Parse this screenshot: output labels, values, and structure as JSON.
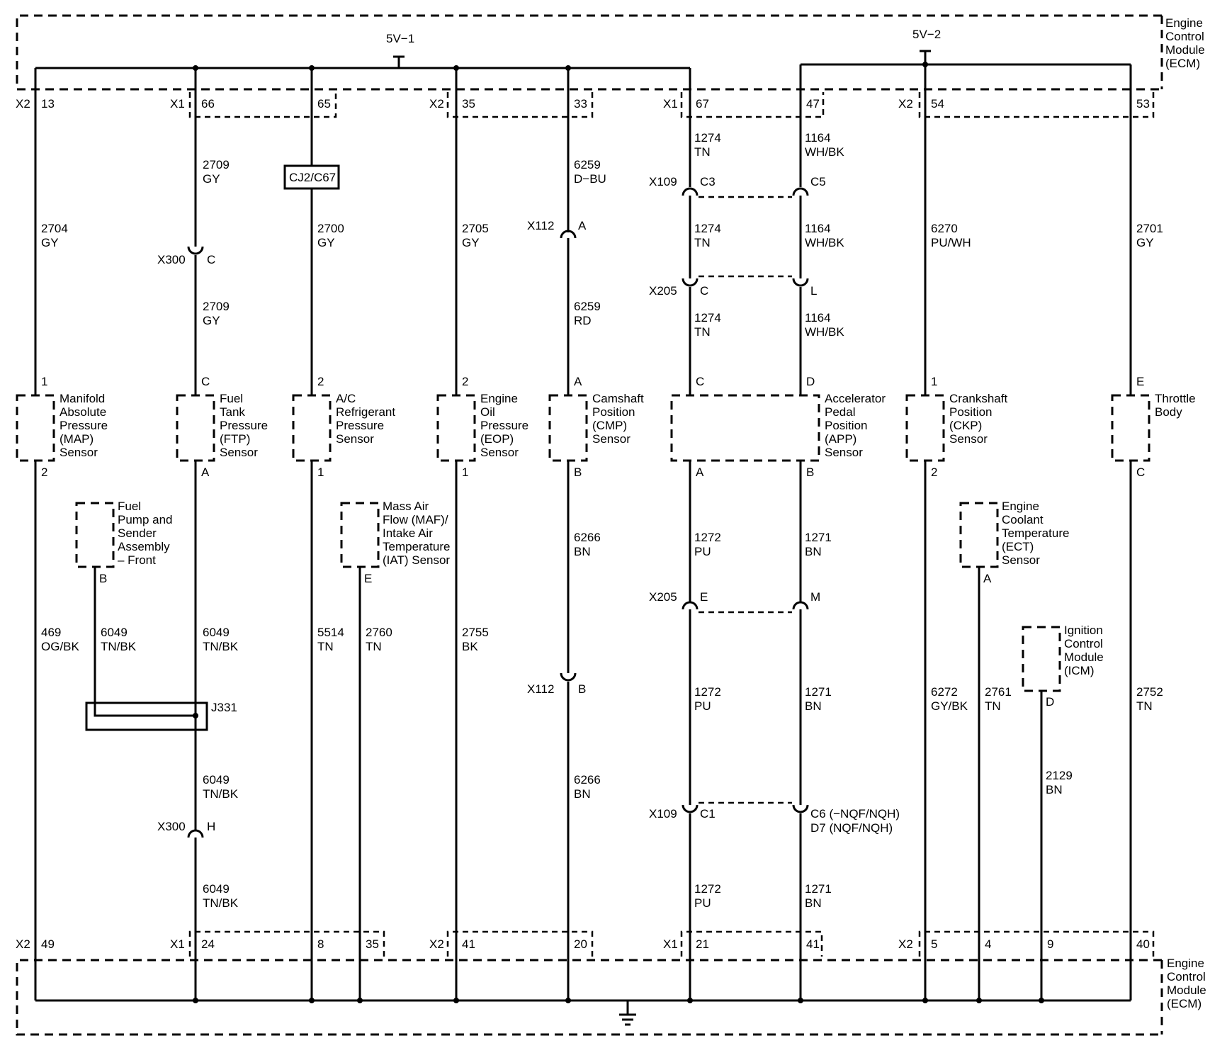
{
  "module_label": [
    "Engine",
    "Control",
    "Module",
    "(ECM)"
  ],
  "supplies": [
    "5V−1",
    "5V−2"
  ],
  "ecm_top_connectors": [
    "X2",
    "X1",
    "X2",
    "X1",
    "X2"
  ],
  "ecm_top_pins": [
    "13",
    "66",
    "65",
    "35",
    "33",
    "67",
    "47",
    "54",
    "53"
  ],
  "ecm_bottom_connectors": [
    "X2",
    "X1",
    "X2",
    "X1",
    "X2"
  ],
  "ecm_bottom_pins": [
    "49",
    "24",
    "8",
    "35",
    "41",
    "20",
    "21",
    "41",
    "5",
    "4",
    "9",
    "40"
  ],
  "inline_connectors": [
    "X109",
    "C3",
    "C5",
    "X205",
    "C",
    "L",
    "X300",
    "C",
    "X112",
    "A",
    "X205",
    "E",
    "M",
    "X112",
    "B",
    "X300",
    "H",
    "X109",
    "C1",
    "C6 (−NQF/NQH)",
    "D7 (NQF/NQH)"
  ],
  "splice_pack": "CJ2/C67",
  "splice": "J331",
  "wire_labels": [
    "2709",
    "GY",
    "6259",
    "D−BU",
    "1274",
    "TN",
    "1164",
    "WH/BK",
    "2704",
    "GY",
    "2700",
    "GY",
    "2705",
    "GY",
    "1274",
    "TN",
    "1164",
    "WH/BK",
    "6270",
    "PU/WH",
    "2701",
    "GY",
    "2709",
    "GY",
    "6259",
    "RD",
    "1274",
    "TN",
    "1164",
    "WH/BK",
    "6266",
    "BN",
    "1272",
    "PU",
    "1271",
    "BN",
    "469",
    "OG/BK",
    "6049",
    "TN/BK",
    "6049",
    "TN/BK",
    "5514",
    "TN",
    "2760",
    "TN",
    "2755",
    "BK",
    "1272",
    "PU",
    "1271",
    "BN",
    "6272",
    "GY/BK",
    "2761",
    "TN",
    "2752",
    "TN",
    "2129",
    "BN",
    "6049",
    "TN/BK",
    "6266",
    "BN",
    "6049",
    "TN/BK",
    "1272",
    "PU",
    "1271",
    "BN"
  ],
  "component_pins": [
    "1",
    "C",
    "2",
    "2",
    "A",
    "C",
    "D",
    "1",
    "E",
    "2",
    "A",
    "1",
    "1",
    "B",
    "A",
    "B",
    "2",
    "C",
    "B",
    "E",
    "A",
    "D"
  ],
  "components": [
    [
      "Manifold",
      "Absolute",
      "Pressure",
      "(MAP)",
      "Sensor"
    ],
    [
      "Fuel",
      "Tank",
      "Pressure",
      "(FTP)",
      "Sensor"
    ],
    [
      "A/C",
      "Refrigerant",
      "Pressure",
      "Sensor"
    ],
    [
      "Engine",
      "Oil",
      "Pressure",
      "(EOP)",
      "Sensor"
    ],
    [
      "Camshaft",
      "Position",
      "(CMP)",
      "Sensor"
    ],
    [
      "Accelerator",
      "Pedal",
      "Position",
      "(APP)",
      "Sensor"
    ],
    [
      "Crankshaft",
      "Position",
      "(CKP)",
      "Sensor"
    ],
    [
      "Throttle",
      "Body"
    ],
    [
      "Fuel",
      "Pump and",
      "Sender",
      "Assembly",
      "– Front"
    ],
    [
      "Mass Air",
      "Flow (MAF)/",
      "Intake Air",
      "Temperature",
      "(IAT) Sensor"
    ],
    [
      "Engine",
      "Coolant",
      "Temperature",
      "(ECT)",
      "Sensor"
    ],
    [
      "Ignition",
      "Control",
      "Module",
      "(ICM)"
    ]
  ]
}
